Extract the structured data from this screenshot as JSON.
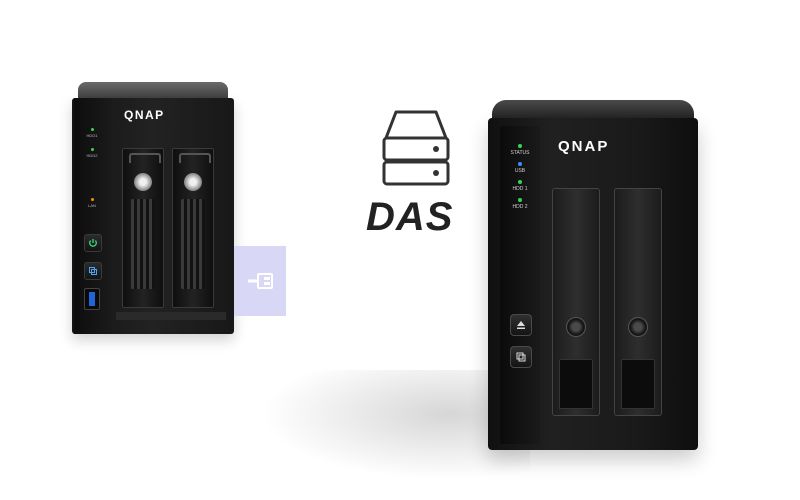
{
  "left_device": {
    "brand": "QNAP",
    "leds": [
      {
        "label": "HDD1",
        "color": "#39d353"
      },
      {
        "label": "HDD2",
        "color": "#39d353"
      },
      {
        "label": "LAN",
        "color": "#ff8a00"
      }
    ],
    "accent": "#4aa3ff"
  },
  "connector": {
    "background": "#d8d8f6",
    "icon": "usb-plug-icon"
  },
  "das": {
    "label": "DAS",
    "icon": "hard-drive-stack-icon"
  },
  "right_device": {
    "brand": "QNAP",
    "leds": [
      {
        "label": "STATUS",
        "color": "#39d353"
      },
      {
        "label": "USB",
        "color": "#3d8cff"
      },
      {
        "label": "HDD 1",
        "color": "#39d353"
      },
      {
        "label": "HDD 2",
        "color": "#39d353"
      }
    ]
  }
}
